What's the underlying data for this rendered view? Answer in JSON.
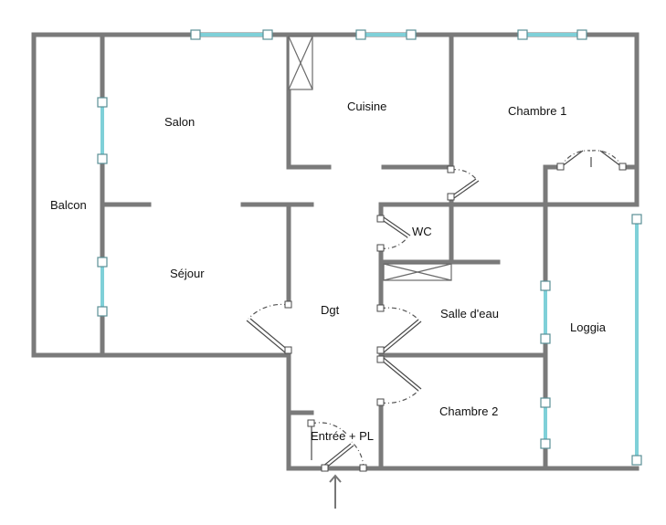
{
  "rooms": {
    "balcon": "Balcon",
    "salon": "Salon",
    "sejour": "Séjour",
    "cuisine": "Cuisine",
    "chambre1": "Chambre 1",
    "wc": "WC",
    "dgt": "Dgt",
    "salle_eau": "Salle d'eau",
    "loggia": "Loggia",
    "chambre2": "Chambre 2",
    "entree": "Entrée + PL"
  }
}
